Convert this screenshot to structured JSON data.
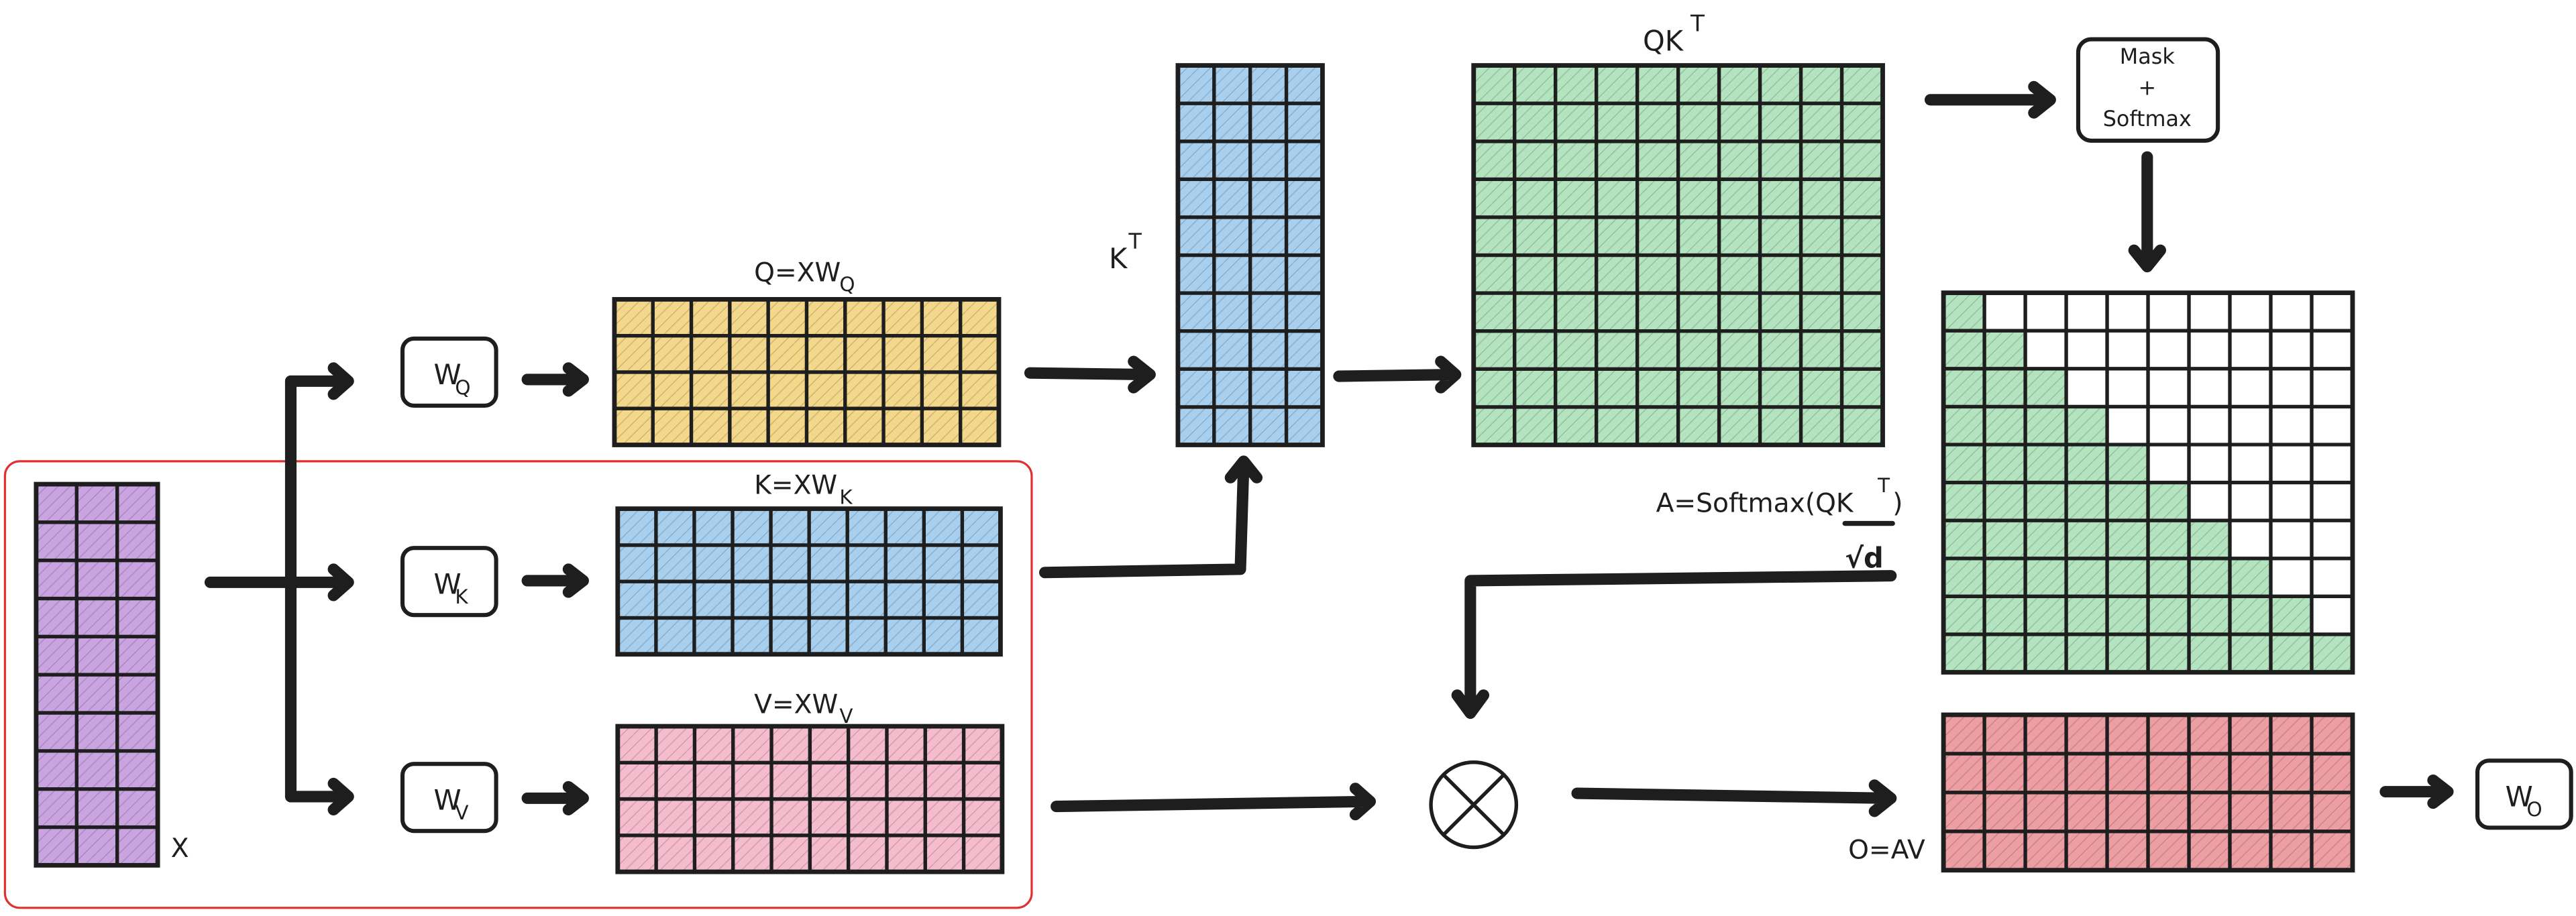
{
  "labels": {
    "x": "X",
    "wq": "W",
    "wq_sub": "Q",
    "wk": "W",
    "wk_sub": "K",
    "wv": "W",
    "wv_sub": "V",
    "q_eq": "Q=XW",
    "q_eq_sub": "Q",
    "k_eq": "K=XW",
    "k_eq_sub": "K",
    "v_eq": "V=XW",
    "v_eq_sub": "V",
    "kt": "K",
    "kt_sup": "T",
    "qkt": "QK",
    "qkt_sup": "T",
    "mask_line1": "Mask",
    "mask_line2": "+",
    "mask_line3": "Softmax",
    "a_eq": "A=Softmax(QK",
    "a_eq_sup": "T",
    "a_eq_close": ")",
    "a_denominator": "√d",
    "o_eq": "O=AV",
    "wo": "W",
    "wo_sub": "O",
    "multiply_symbol": "×"
  },
  "colors": {
    "x": "#c9a4e0",
    "q": "#f3d78a",
    "k": "#a8cfee",
    "v": "#f4bccd",
    "kt": "#a8cfee",
    "qkt": "#b3e3bf",
    "attn": "#b3e3bf",
    "o": "#ec9ea2",
    "selection": "#e03131"
  },
  "matrices": {
    "x": {
      "rows": 10,
      "cols": 3
    },
    "q": {
      "rows": 4,
      "cols": 10
    },
    "k": {
      "rows": 4,
      "cols": 10
    },
    "v": {
      "rows": 4,
      "cols": 10
    },
    "kt": {
      "rows": 10,
      "cols": 4
    },
    "qkt": {
      "rows": 10,
      "cols": 10
    },
    "attn": {
      "rows": 10,
      "cols": 10,
      "mask": "lower-triangular"
    },
    "o": {
      "rows": 4,
      "cols": 10
    }
  }
}
